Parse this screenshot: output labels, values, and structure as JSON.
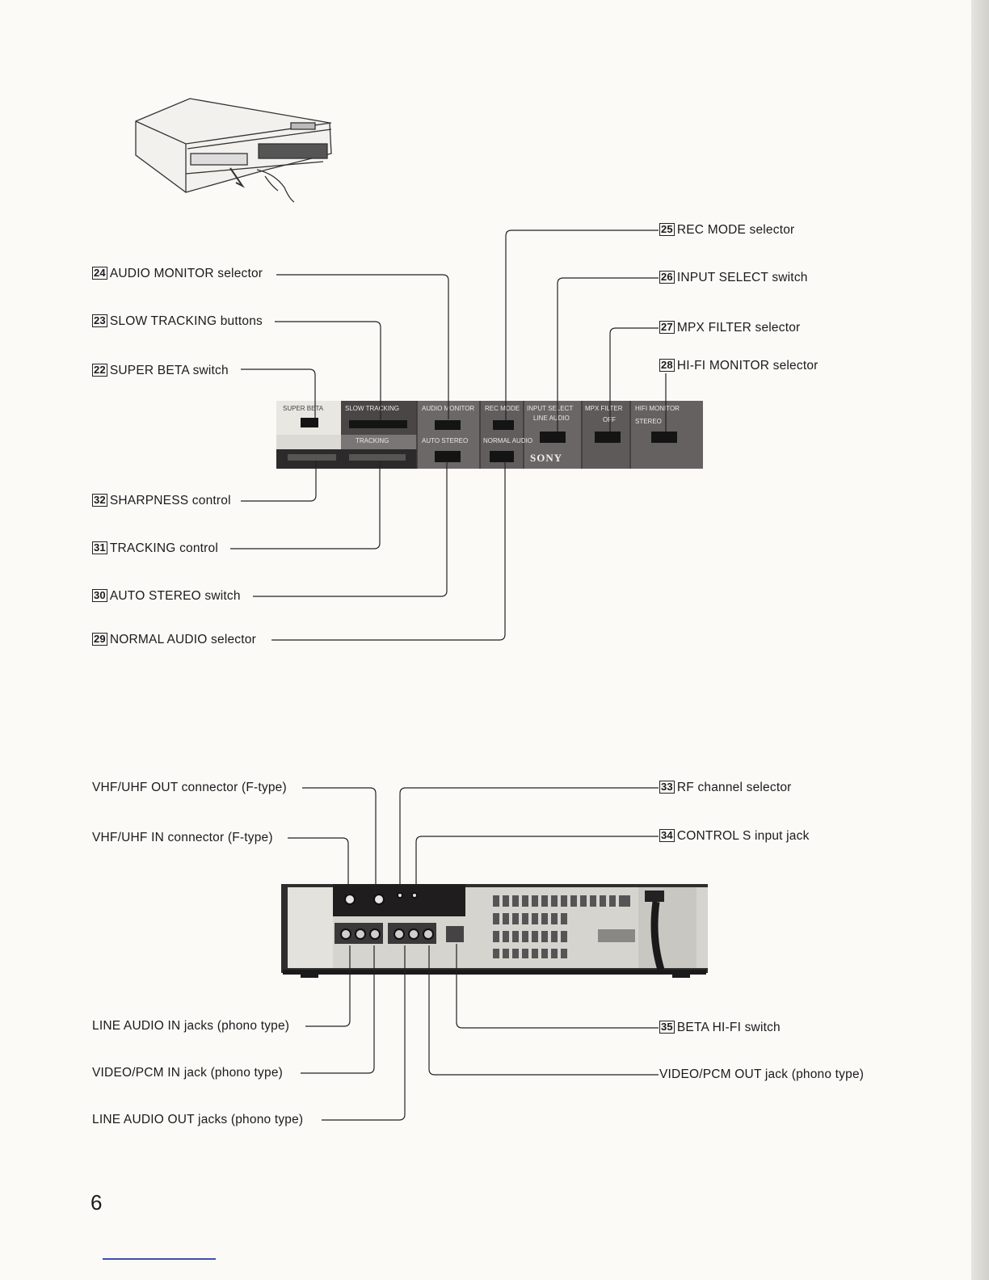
{
  "page_number": "6",
  "front_panel": {
    "left_labels": [
      {
        "num": "24",
        "text": "AUDIO MONITOR selector"
      },
      {
        "num": "23",
        "text": "SLOW TRACKING buttons"
      },
      {
        "num": "22",
        "text": "SUPER BETA switch"
      },
      {
        "num": "32",
        "text": "SHARPNESS control"
      },
      {
        "num": "31",
        "text": "TRACKING control"
      },
      {
        "num": "30",
        "text": "AUTO STEREO switch"
      },
      {
        "num": "29",
        "text": "NORMAL AUDIO selector"
      }
    ],
    "right_labels": [
      {
        "num": "25",
        "text": "REC MODE selector"
      },
      {
        "num": "26",
        "text": "INPUT SELECT switch"
      },
      {
        "num": "27",
        "text": "MPX FILTER selector"
      },
      {
        "num": "28",
        "text": "HI-FI MONITOR selector"
      }
    ],
    "panel_sections": [
      "SUPER BETA",
      "SLOW TRACKING",
      "AUDIO MONITOR",
      "REC MODE",
      "INPUT SELECT",
      "MPX FILTER",
      "HIFI MONITOR"
    ],
    "panel_sub": [
      "TRACKING",
      "AUTO STEREO",
      "NORMAL AUDIO",
      "LINE AUDIO",
      "OFF",
      "STEREO"
    ],
    "brand": "SONY"
  },
  "rear_panel": {
    "left_labels": [
      {
        "text": "VHF/UHF OUT connector (F-type)"
      },
      {
        "text": "VHF/UHF IN connector (F-type)"
      },
      {
        "text": "LINE AUDIO IN jacks (phono type)"
      },
      {
        "text": "VIDEO/PCM IN jack (phono type)"
      },
      {
        "text": "LINE AUDIO OUT jacks (phono type)"
      }
    ],
    "right_labels": [
      {
        "num": "33",
        "text": "RF channel selector"
      },
      {
        "num": "34",
        "text": "CONTROL S input jack"
      },
      {
        "num": "35",
        "text": "BETA HI-FI switch"
      },
      {
        "num": "",
        "text": "VIDEO/PCM OUT jack (phono type)"
      }
    ]
  }
}
